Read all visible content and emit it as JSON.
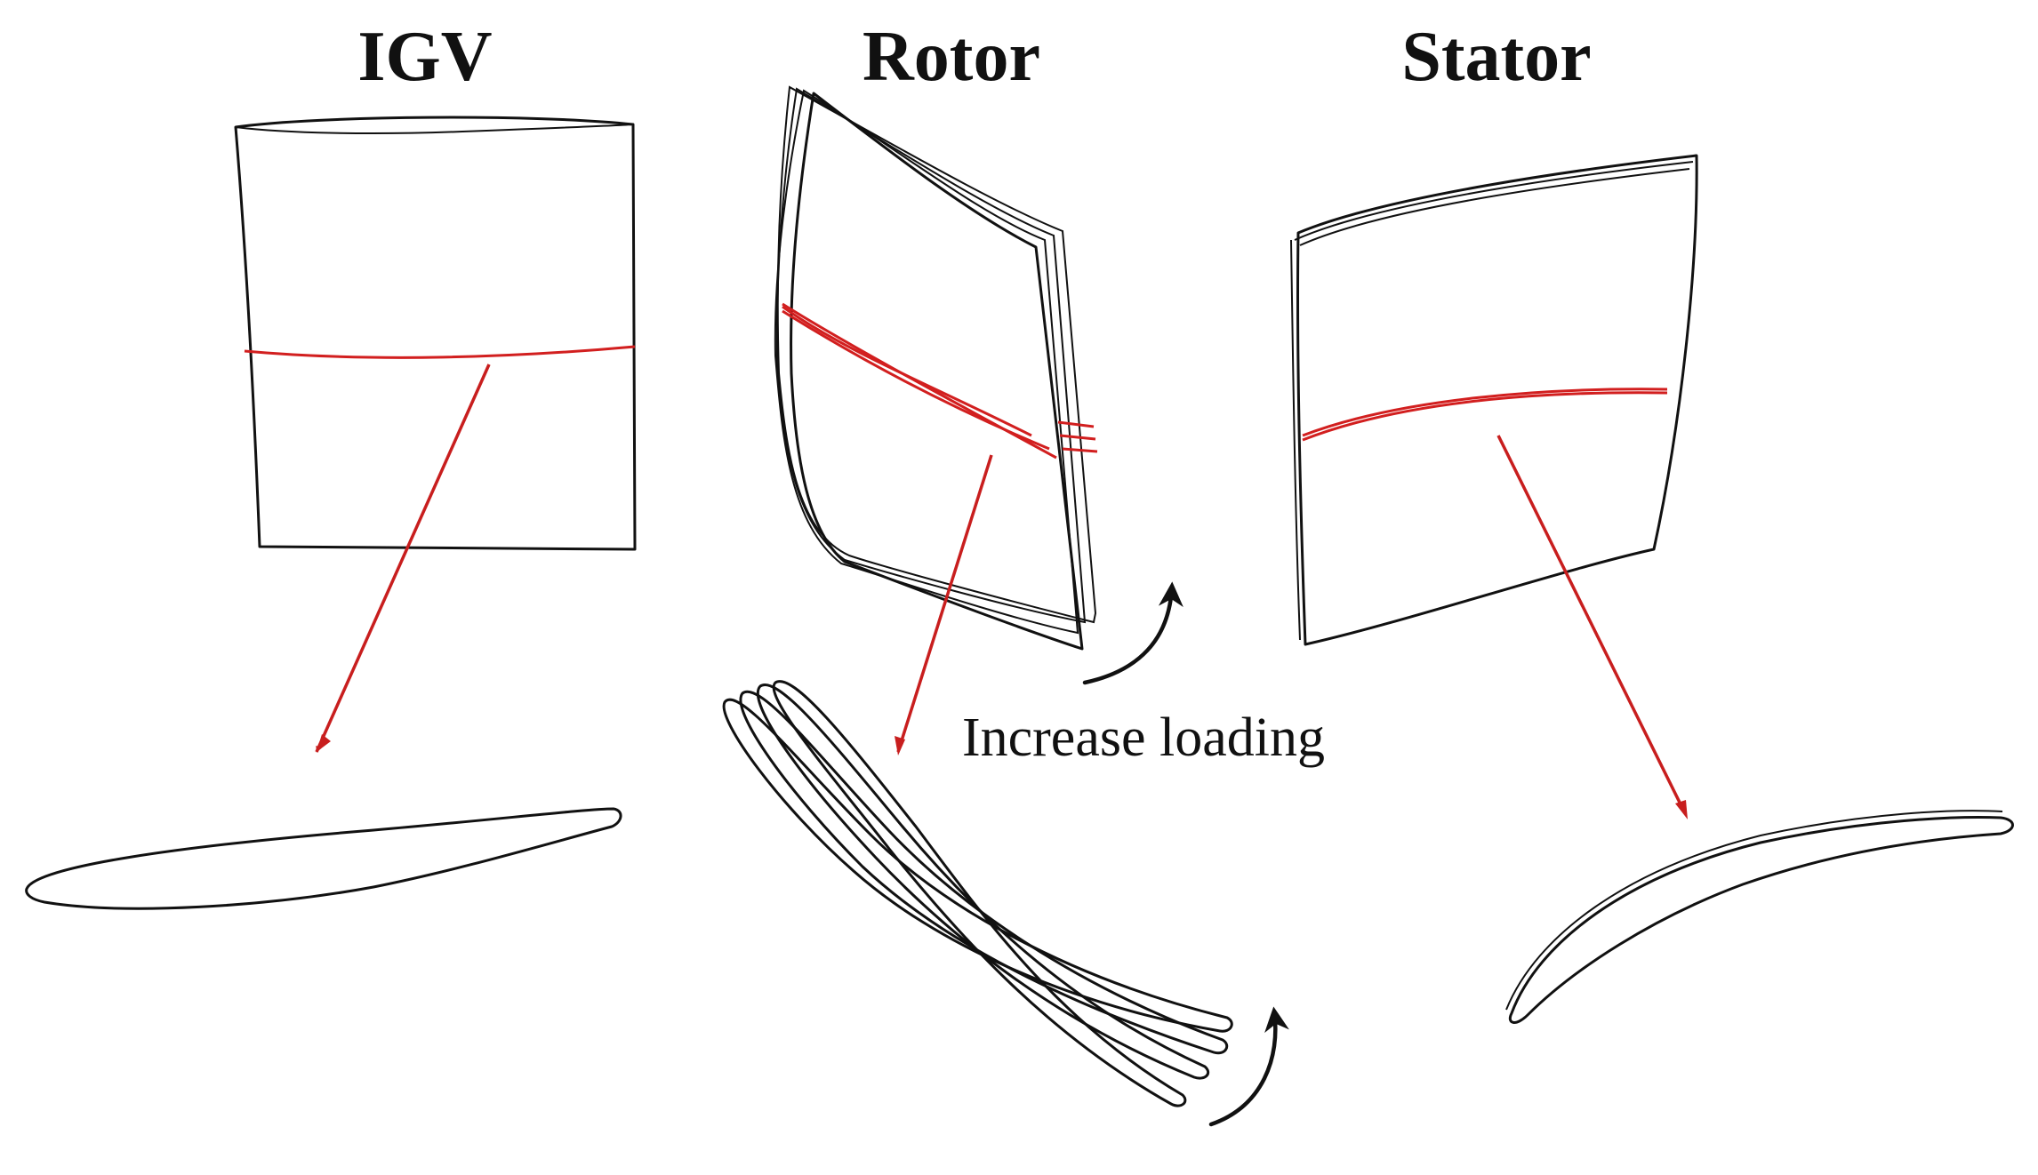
{
  "labels": {
    "igv": "IGV",
    "rotor": "Rotor",
    "stator": "Stator",
    "increase_loading": "Increase loading"
  },
  "colors": {
    "section_line": "#d21f1f",
    "pointer_arrow": "#c81e1e",
    "outline": "#111111",
    "blade_fill_light": "#c2c2c2",
    "blade_fill_dark": "#5a5a5a"
  }
}
